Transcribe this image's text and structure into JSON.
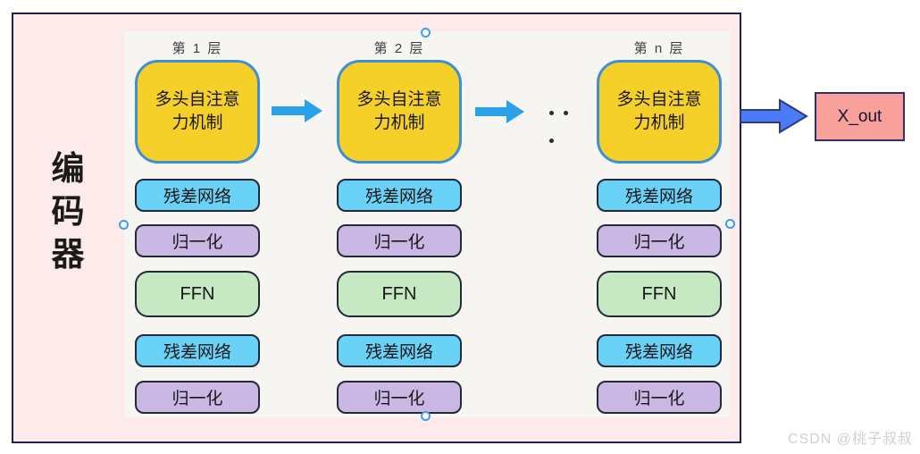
{
  "encoder_label": "编码器",
  "columns": [
    {
      "header": "第 1 层",
      "attention": "多头自注意力机制",
      "blocks": [
        "残差网络",
        "归一化",
        "FFN",
        "残差网络",
        "归一化"
      ]
    },
    {
      "header": "第 2 层",
      "attention": "多头自注意力机制",
      "blocks": [
        "残差网络",
        "归一化",
        "FFN",
        "残差网络",
        "归一化"
      ]
    },
    {
      "header": "第 n 层",
      "attention": "多头自注意力机制",
      "blocks": [
        "残差网络",
        "归一化",
        "FFN",
        "残差网络",
        "归一化"
      ]
    }
  ],
  "output_box": {
    "label": "X_out"
  },
  "watermark": "CSDN @桃子叔叔",
  "icons": {
    "flow_arrow": "right-arrow",
    "output_arrow": "right-arrow-outlined",
    "selection_handle": "circle-handle",
    "ellipsis": "three-dots"
  },
  "colors": {
    "frame_background": "#fdeaea",
    "frame_border": "#20204f",
    "panel_background": "#f6f5f2",
    "attention_fill": "#f4d029",
    "attention_border": "#3e8fd6",
    "residual_fill": "#69d2f6",
    "norm_fill": "#cab7e3",
    "ffn_fill": "#c6e8c2",
    "block_border": "#23293b",
    "flow_arrow": "#29a2e9",
    "output_arrow_fill": "#4d7bf7",
    "output_arrow_border": "#2c3c77",
    "output_fill": "#f9a09d",
    "output_border": "#2c3266",
    "handle_ring": "#3f9bf0",
    "watermark": "#d2cfcf"
  }
}
